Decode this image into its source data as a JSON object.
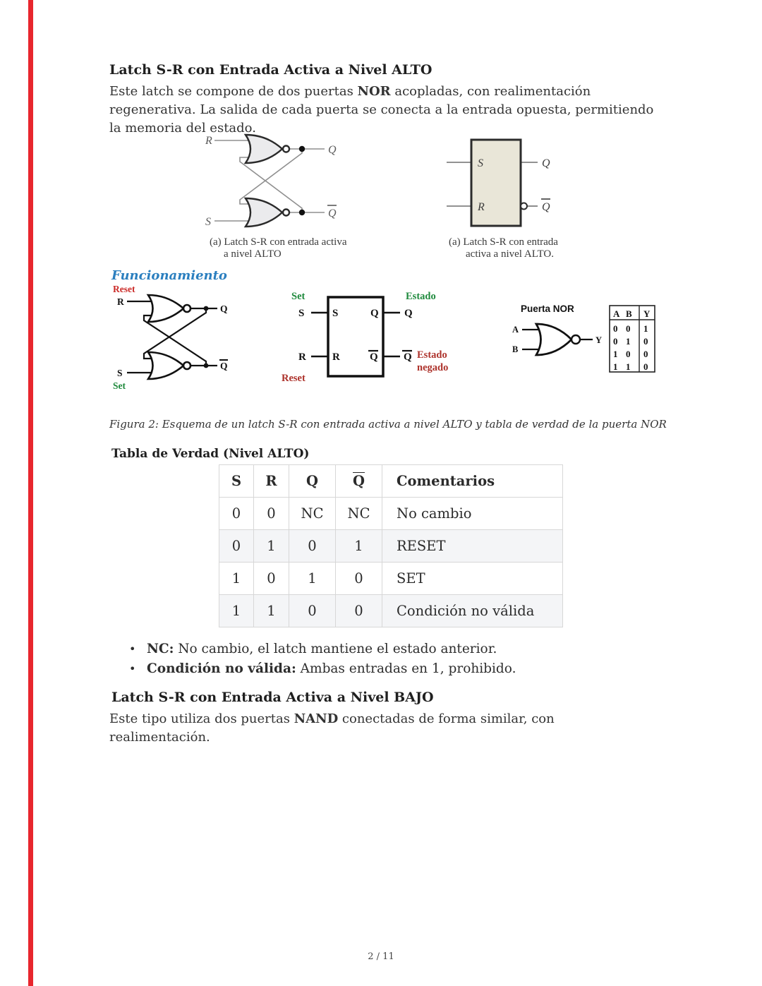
{
  "page": {
    "number": "2 / 11"
  },
  "sections": {
    "alto": {
      "title": "Latch S-R con Entrada Activa a Nivel ALTO",
      "body_pre": "Este latch se compone de dos puertas ",
      "body_bold": "NOR",
      "body_post": " acopladas, con realimentación regenerativa. La salida de cada puerta se conecta a la entrada opuesta, permitiendo la memoria del estado."
    },
    "bajo": {
      "title": "Latch S-R con Entrada Activa a Nivel BAJO",
      "body_pre": "Este tipo utiliza dos puertas ",
      "body_bold": "NAND",
      "body_post": " conectadas de forma similar, con realimentación."
    }
  },
  "figures": {
    "nor_latch": {
      "in_top": "R",
      "in_bottom": "S",
      "out_top": "Q",
      "out_bottom": "Q",
      "caption_1": "(a) Latch S-R con entrada activa",
      "caption_2": "a nivel ALTO"
    },
    "block": {
      "in_top": "S",
      "in_bottom": "R",
      "out_top": "Q",
      "out_bottom": "Q",
      "caption_1": "(a)  Latch S-R con entrada",
      "caption_2": "activa a nivel ALTO."
    },
    "funcionamiento": {
      "title": "Funcionamiento",
      "reset": "Reset",
      "set": "Set",
      "r": "R",
      "s": "S",
      "q": "Q",
      "qbar": "Q"
    },
    "block2": {
      "set": "Set",
      "reset": "Reset",
      "estado": "Estado",
      "estado_negado_1": "Estado",
      "estado_negado_2": "negado",
      "s": "S",
      "r": "R",
      "q": "Q",
      "qbar": "Q",
      "s_in": "S",
      "r_in": "R",
      "q_in": "Q",
      "qbar_in": "Q"
    },
    "puerta_nor": {
      "title": "Puerta NOR",
      "a": "A",
      "b": "B",
      "y": "Y",
      "headers": [
        "A",
        "B",
        "Y"
      ],
      "rows": [
        [
          "0",
          "0",
          "1"
        ],
        [
          "0",
          "1",
          "0"
        ],
        [
          "1",
          "0",
          "0"
        ],
        [
          "1",
          "1",
          "0"
        ]
      ]
    },
    "caption": "Figura 2: Esquema de un latch S-R con entrada activa a nivel ALTO y tabla de verdad de la puerta NOR"
  },
  "truth_table": {
    "title": "Tabla de Verdad (Nivel ALTO)",
    "headers": [
      "S",
      "R",
      "Q",
      "Q",
      "Comentarios"
    ],
    "rows": [
      [
        "0",
        "0",
        "NC",
        "NC",
        "No cambio"
      ],
      [
        "0",
        "1",
        "0",
        "1",
        "RESET"
      ],
      [
        "1",
        "0",
        "1",
        "0",
        "SET"
      ],
      [
        "1",
        "1",
        "0",
        "0",
        "Condición no válida"
      ]
    ]
  },
  "notes": [
    {
      "bold": "NC:",
      "text": " No cambio, el latch mantiene el estado anterior."
    },
    {
      "bold": "Condición no válida:",
      "text": " Ambas entradas en 1, prohibido."
    }
  ],
  "colors": {
    "accent_blue": "#2b7fbf",
    "accent_red": "#cb2b28",
    "accent_dark_red": "#ad322b",
    "accent_green": "#1f8a3d",
    "block_fill": "#e9e6d8"
  }
}
